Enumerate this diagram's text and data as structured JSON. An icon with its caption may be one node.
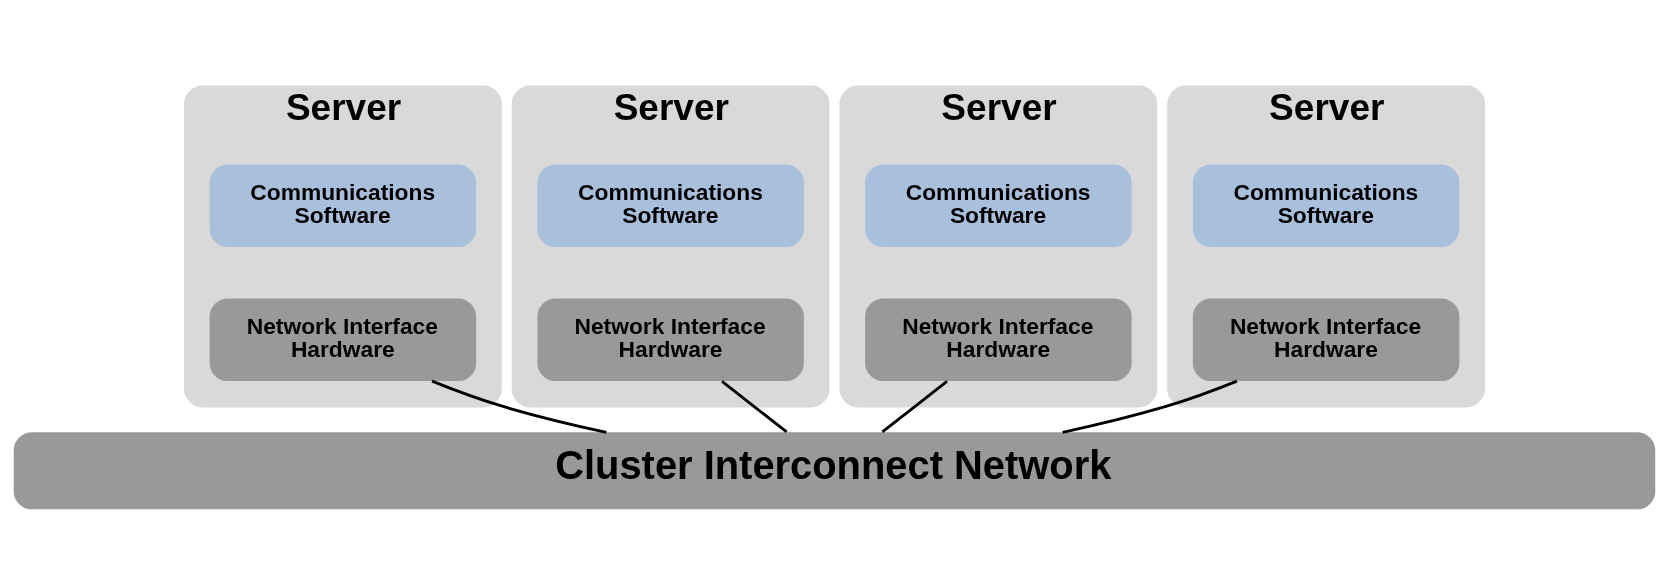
{
  "diagram": {
    "nodes": [
      {
        "text": [
          "Server"
        ]
      },
      {
        "text": [
          "Communications Software"
        ],
        "in": 0
      },
      {
        "text": [
          "Network Interface Hardware"
        ],
        "in": 0
      },
      {
        "text": [
          "Server"
        ]
      },
      {
        "text": [
          "Communications Software"
        ],
        "in": 3
      },
      {
        "text": [
          "Network Interface Hardware"
        ],
        "in": 3
      },
      {
        "text": [
          "Server"
        ]
      },
      {
        "text": [
          "Communications Software"
        ],
        "in": 6
      },
      {
        "text": [
          "Network Interface Hardware"
        ],
        "in": 6
      },
      {
        "text": [
          "Server"
        ]
      },
      {
        "text": [
          "Communications Software"
        ],
        "in": 9
      },
      {
        "text": [
          "Network Interface Hardware"
        ],
        "in": 9
      },
      {
        "text": [
          "Cluster Interconnect Network"
        ]
      }
    ],
    "edges": [
      {
        "from": 2,
        "to": 12,
        "arrow": "none"
      },
      {
        "from": 5,
        "to": 12,
        "arrow": "none"
      },
      {
        "from": 8,
        "to": 12,
        "arrow": "none"
      },
      {
        "from": 11,
        "to": 12,
        "arrow": "none"
      }
    ]
  }
}
